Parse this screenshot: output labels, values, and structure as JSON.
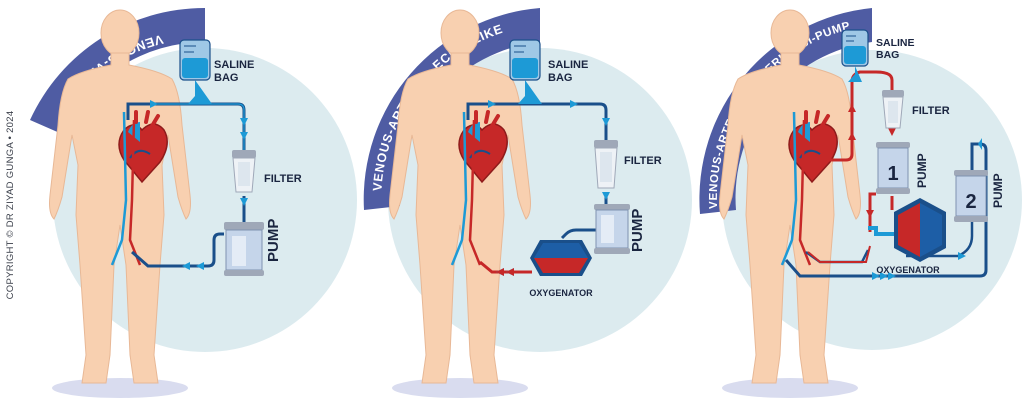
{
  "copyright": "COPYRIGHT © DR ZIYAD GUNGA • 2024",
  "colors": {
    "venous": "#1d9ad6",
    "venous_dark": "#1a4f8a",
    "arterial": "#c62828",
    "banner": "#4f5ca3",
    "circle": "#dcebef",
    "skin": "#f8d0b0",
    "shadow": "#d9dcef"
  },
  "panels": [
    {
      "banner": "VENOUS-VENOUS",
      "labels": {
        "saline": [
          "SALINE",
          "BAG"
        ],
        "filter": "FILTER",
        "pump": "PUMP"
      }
    },
    {
      "banner": "VENOUS-ARTERIAL ECMO-LIKE",
      "labels": {
        "saline": [
          "SALINE",
          "BAG"
        ],
        "filter": "FILTER",
        "pump": "PUMP",
        "oxygenator": "OXYGENATOR"
      }
    },
    {
      "banner": "VENOUS-ARTERIAL-ARTERIAL BI-PUMP",
      "labels": {
        "saline": [
          "SALINE",
          "BAG"
        ],
        "filter": "FILTER",
        "pump": "PUMP",
        "pump1_number": "1",
        "pump2_number": "2",
        "oxygenator": "OXYGENATOR"
      }
    }
  ]
}
